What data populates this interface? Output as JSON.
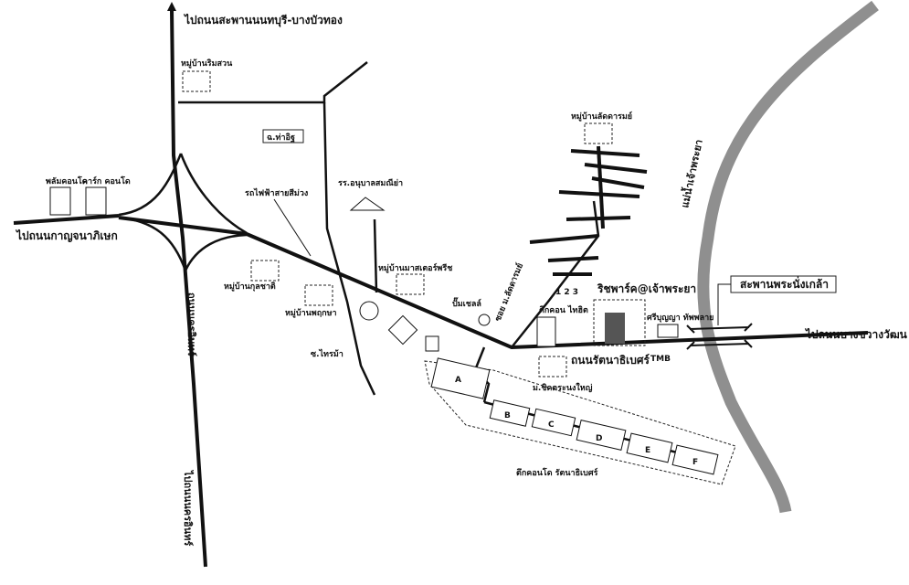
{
  "roads": {
    "top_north": "ไปถนนสะพานนนทบุรี-บางบัวทอง",
    "west": "ไปถนนกาญจนาภิเษก",
    "south_main": "ถนนนครอินทร์",
    "south_bottom": "ไปถนนนครอินทร์",
    "east": "ไปถนนบางขวางวัฒน",
    "rattanathibet": "ถนนรัตนาธิเบศร์",
    "tmb": "TMB",
    "soi_thaiit": "ฉ.ท่าอิฐ",
    "soi_sai_ma": "ซ.ไทรม้า",
    "soi_laddarom": "ซอย ม.ลัดดารมย์"
  },
  "places": {
    "rimsuan": "หมู่บ้านริมสวน",
    "condo_plum": "พลัมคอนโด",
    "condo_2": "คาร์ก คอนโด",
    "skytrain": "รถไฟฟ้าสายสีม่วง",
    "school": "รร.อนุบาลสมณีย่า",
    "masterpiece": "หมู่บ้านมาสเตอร์พรีช",
    "kunlachat": "หมู่บ้านกุลชาติ",
    "phrukka": "หมู่บ้านพฤกษา",
    "laddarom": "หมู่บ้านลัดดารมย์",
    "pump": "ปั๊มเชลล์",
    "tikon_thaihit": "ตึกคอน ไทฮิต",
    "richpark": "ริชพาร์ค@เจ้าพระยา",
    "richpark_num": "1 2 3",
    "sriboonya": "ศรีบุญญา ทัพพลาย",
    "chirasap": "ม.ชิดตระนงใหญ่",
    "tikon_rattana": "ตึกคอนโด รัตนาธิเบศร์",
    "river": "แม่น้ำเจ้าพระยา",
    "bridge": "สะพานพระนั่งเกล้า"
  },
  "blocks": [
    "A",
    "B",
    "C",
    "D",
    "E",
    "F"
  ],
  "colors": {
    "ink": "#111111",
    "river": "#8f8f8f",
    "paper": "#ffffff"
  }
}
